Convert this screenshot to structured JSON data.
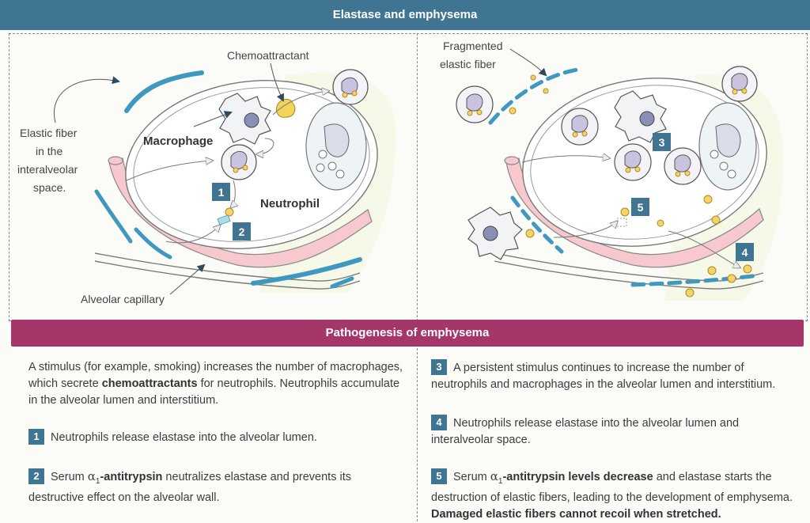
{
  "header": {
    "title": "Elastase and emphysema"
  },
  "left_panel": {
    "labels": {
      "chemoattractant": "Chemoattractant",
      "elastic_fiber_1": "Elastic fiber",
      "elastic_fiber_2": "in the",
      "elastic_fiber_3": "interalveolar",
      "elastic_fiber_4": "space.",
      "macrophage": "Macrophage",
      "neutrophil": "Neutrophil",
      "alveolar_capillary": "Alveolar capillary"
    },
    "markers": [
      "1",
      "2"
    ]
  },
  "right_panel": {
    "labels": {
      "fragmented_1": "Fragmented",
      "fragmented_2": "elastic fiber"
    },
    "markers": [
      "3",
      "4",
      "5"
    ]
  },
  "section": {
    "title": "Pathogenesis of emphysema"
  },
  "steps": {
    "intro": {
      "line1": "A stimulus (for example, smoking) increases the number of macrophages,",
      "line2a": "which secrete ",
      "line2b": "chemoattractants",
      "line2c": " for neutrophils. Neutrophils accumulate",
      "line3": "in the alveolar lumen and interstitium."
    },
    "s1": {
      "num": "1",
      "text": "Neutrophils release elastase into the alveolar lumen."
    },
    "s2": {
      "num": "2",
      "pre": "Serum ",
      "alpha": "α",
      "sub": "1",
      "bold": "-antitrypsin",
      "post": " neutralizes elastase and prevents its",
      "line2": "destructive effect on the alveolar wall."
    },
    "s3": {
      "num": "3",
      "line1": "A persistent stimulus continues to increase the number of",
      "line2": "neutrophils and macrophages in the alveolar lumen and interstitium."
    },
    "s4": {
      "num": "4",
      "line1": "Neutrophils release elastase into the alveolar lumen and",
      "line2": "interalveolar space."
    },
    "s5": {
      "num": "5",
      "pre": "Serum ",
      "alpha": "α",
      "sub": "1",
      "bold": "-antitrypsin levels decrease",
      "post": " and elastase starts the",
      "line2": "destruction of elastic fibers, leading to the development of emphysema.",
      "line3": "Damaged elastic fibers cannot recoil when stretched."
    }
  },
  "colors": {
    "blue_banner": "#3f7592",
    "magenta_banner": "#a4366a",
    "elastic_fiber": "#3f98c0",
    "capillary": "#f4c2c8"
  }
}
